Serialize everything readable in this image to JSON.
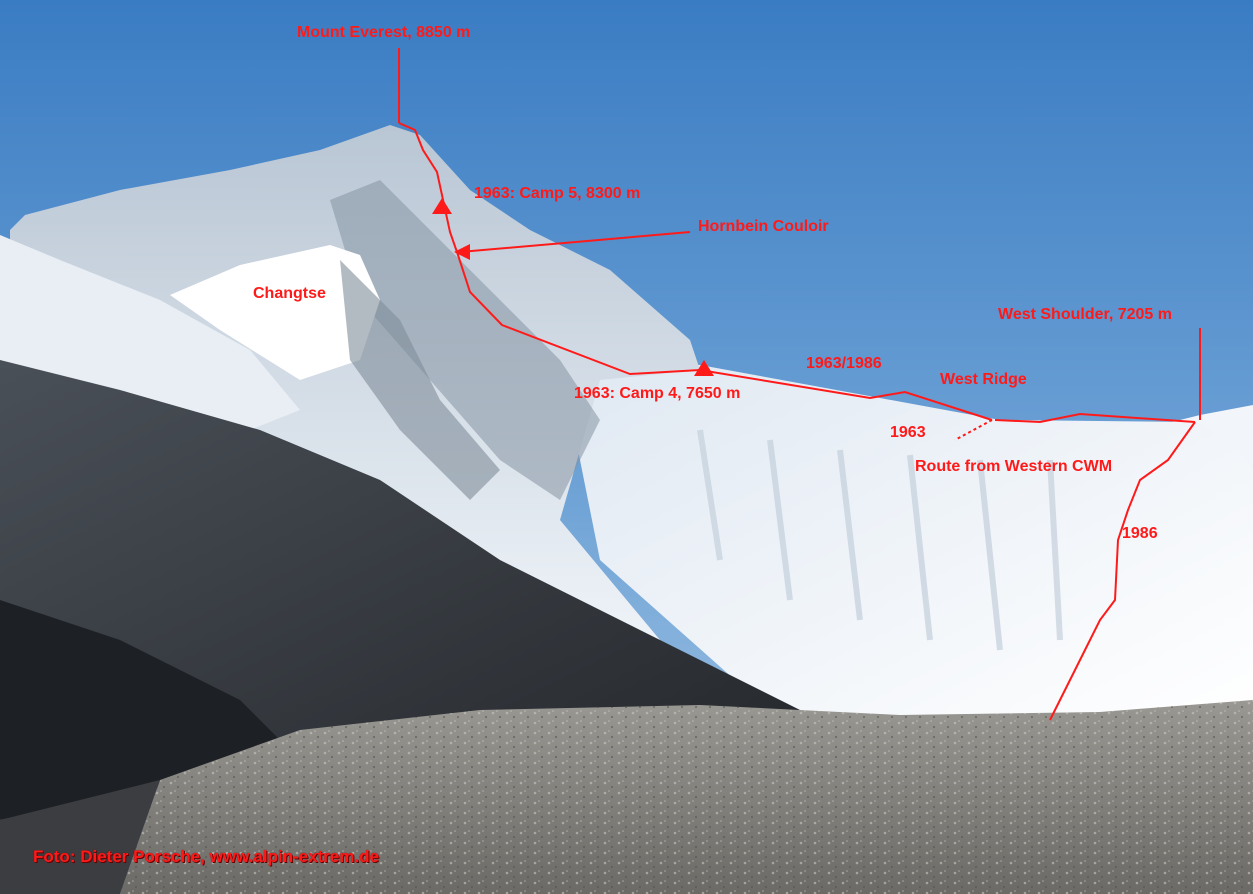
{
  "colors": {
    "annotation": "#ff1a1a",
    "sky_top": "#3d7ec4",
    "sky_bottom": "#9cc0e3",
    "snow": "#f4f7fb",
    "rock_dark": "#2f3338",
    "moraine": "#8b8a86"
  },
  "labels": {
    "summit": "Mount Everest, 8850 m",
    "camp5": "1963: Camp 5, 8300 m",
    "hornbein": "Hornbein Couloir",
    "changtse": "Changtse",
    "west_shoulder": "West Shoulder, 7205 m",
    "route_1963_1986": "1963/1986",
    "west_ridge": "West Ridge",
    "camp4": "1963: Camp 4, 7650 m",
    "year_1963": "1963",
    "western_cwm": "Route from Western CWM",
    "year_1986": "1986",
    "credit": "Foto: Dieter Porsche, www.alpin-extrem.de"
  }
}
